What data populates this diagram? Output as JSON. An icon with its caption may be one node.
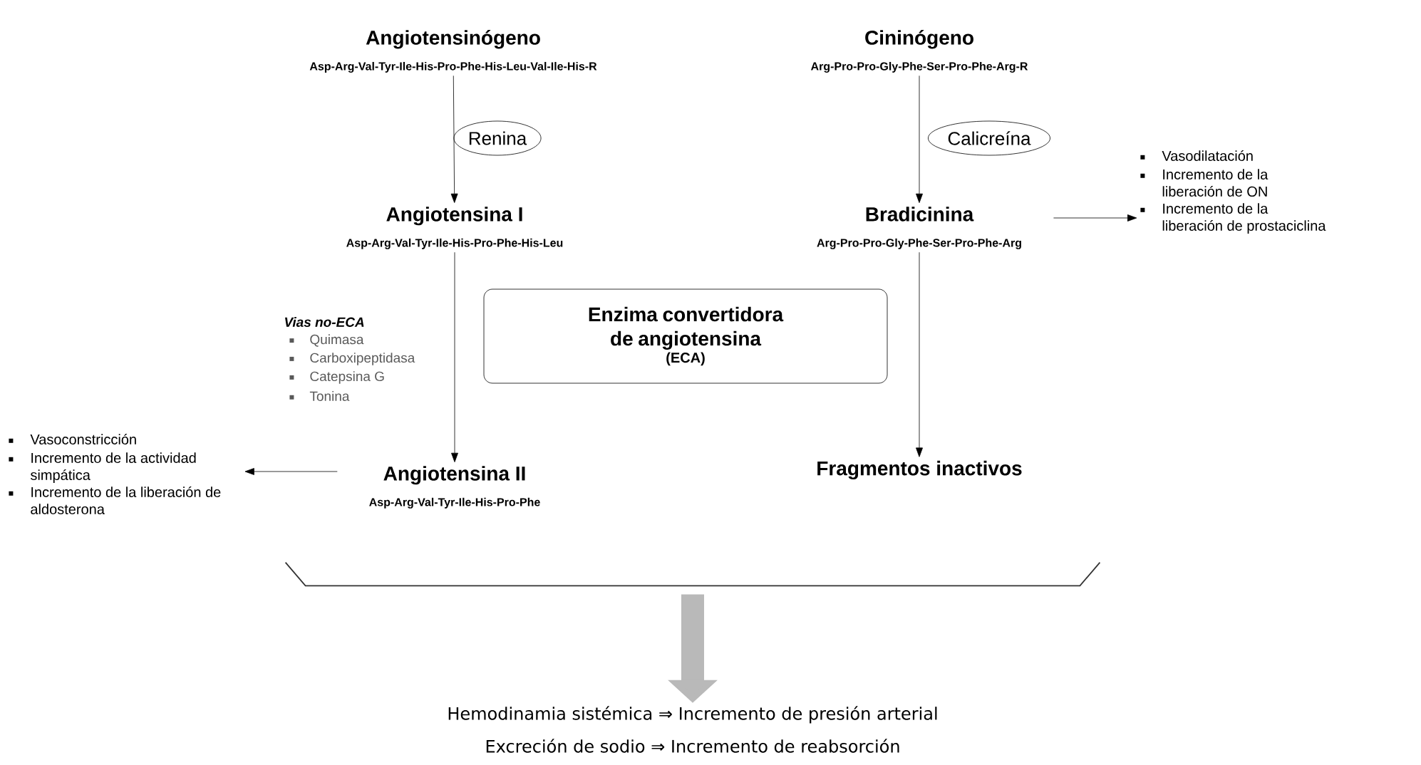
{
  "diagram": {
    "nodes": [
      {
        "text": [
          "Angiotensinógeno",
          "Asp-Arg-Val-Tyr-Ile-His-Pro-Phe-His-Leu-Val-Ile-His-R"
        ]
      },
      {
        "text": [
          "Cininógeno",
          "Arg-Pro-Pro-Gly-Phe-Ser-Pro-Phe-Arg-R"
        ]
      },
      {
        "text": [
          "Renina"
        ]
      },
      {
        "text": [
          "Calicreína"
        ]
      },
      {
        "text": [
          "Angiotensina I",
          "Asp-Arg-Val-Tyr-Ile-His-Pro-Phe-His-Leu"
        ]
      },
      {
        "text": [
          "Bradicinina",
          "Arg-Pro-Pro-Gly-Phe-Ser-Pro-Phe-Arg"
        ]
      },
      {
        "text": [
          "Vasodilatación",
          "Incremento de la liberación de ON",
          "Incremento de la liberación de prostaciclina"
        ]
      },
      {
        "text": [
          "Enzima convertidora de angiotensina",
          "(ECA)"
        ]
      },
      {
        "text": [
          "Angiotensina II",
          "Asp-Arg-Val-Tyr-Ile-His-Pro-Phe"
        ]
      },
      {
        "text": [
          "Fragmentos inactivos"
        ]
      },
      {
        "text": [
          "Vasoconstricción",
          "Incremento de la actividad simpática",
          "Incremento de la liberación de aldosterona"
        ]
      },
      {
        "text": [],
        "shape": "bracket"
      },
      {
        "text": [
          "Hemodinamia sistémica ⇒ Incremento de presión arterial",
          "Excreción de sodio ⇒ Incremento de reabsorción"
        ]
      }
    ],
    "edges": [
      {
        "from": 0,
        "to": 4,
        "arrow": "to"
      },
      {
        "from": 1,
        "to": 5,
        "arrow": "to"
      },
      {
        "from": 5,
        "to": 6,
        "arrow": "to"
      },
      {
        "from": 4,
        "to": 8,
        "arrow": "to"
      },
      {
        "from": 5,
        "to": 9,
        "arrow": "to"
      },
      {
        "from": 8,
        "to": 10,
        "arrow": "to"
      },
      {
        "from": 11,
        "to": 12,
        "arrow": "to",
        "style": "thick",
        "color": "#b9b9b9"
      }
    ],
    "labels": [
      "Vias no-ECA",
      "Quimasa",
      "Carboxipeptidasa",
      "Catepsina G",
      "Tonina"
    ]
  }
}
